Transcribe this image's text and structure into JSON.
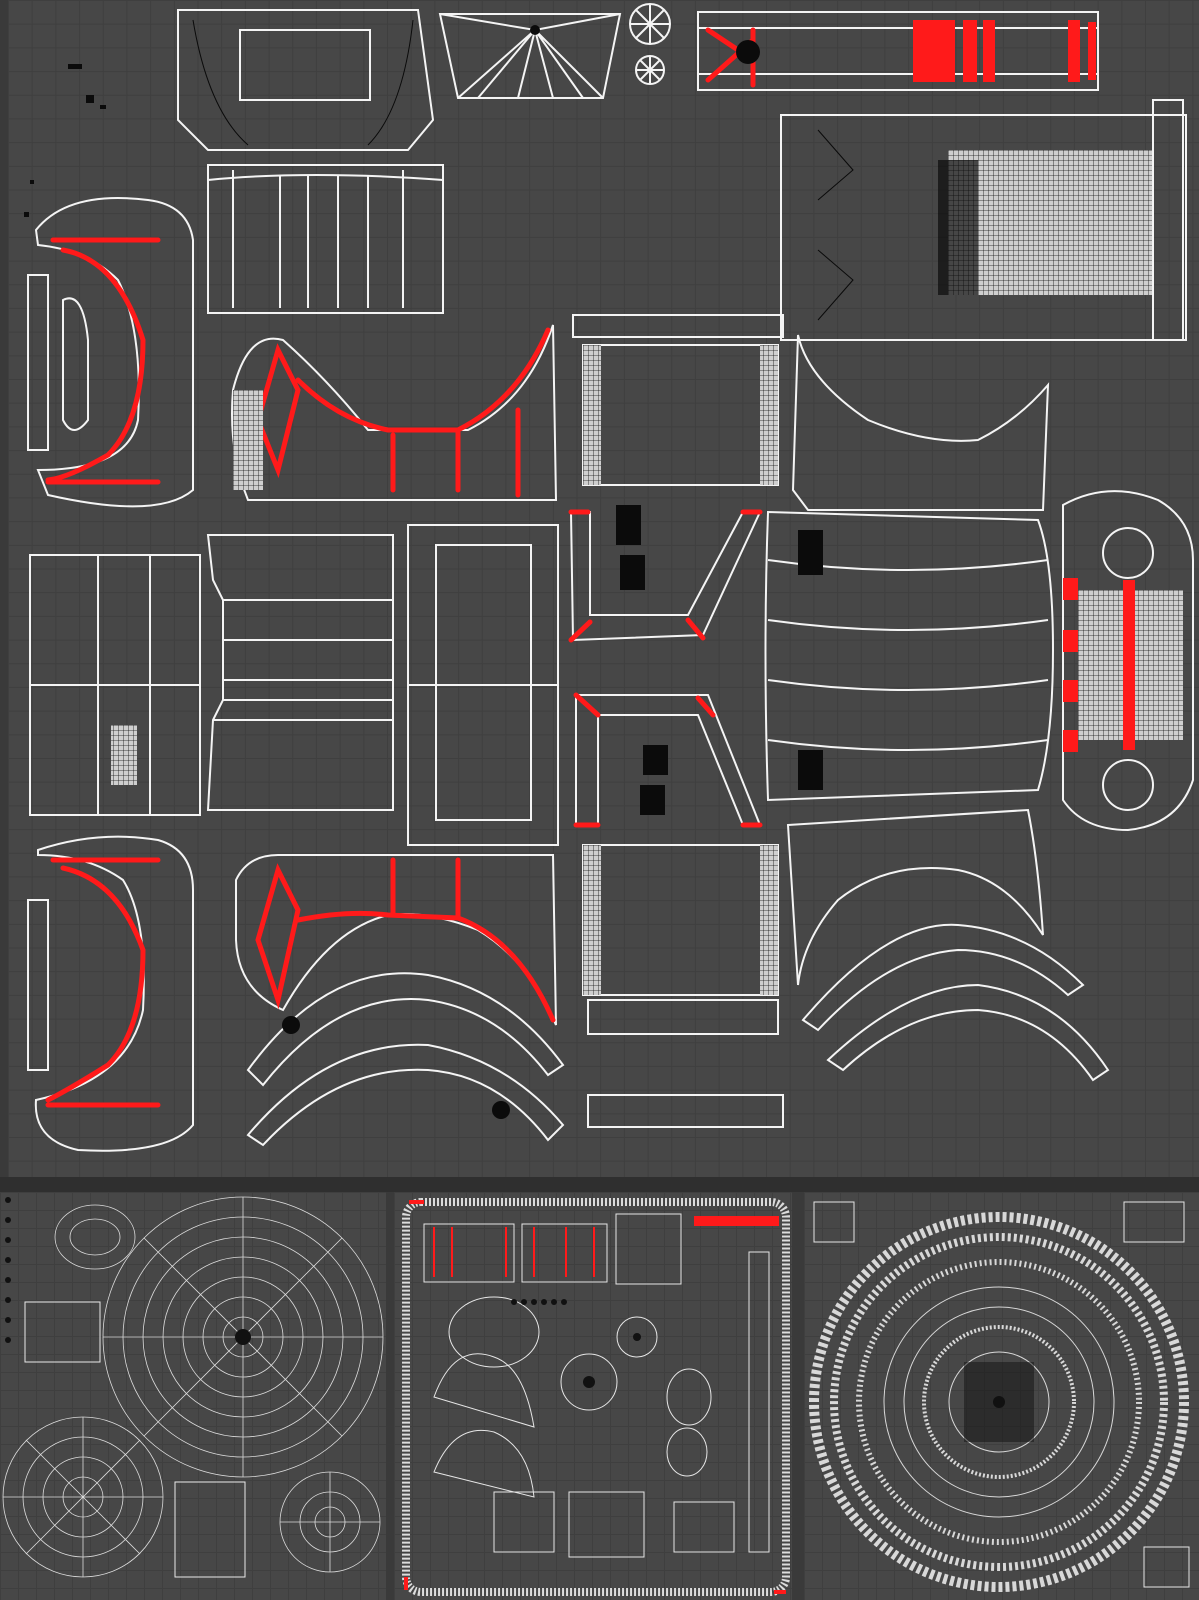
{
  "window": {
    "background_color": "#3a3a3a",
    "grid_color": "#474747",
    "wire_color": "#f4f4f4",
    "edge_color": "#0a0a0a",
    "seam_color": "#ff1a1a"
  },
  "main_viewport": {
    "islands": [
      "top-frame-island",
      "trapezoid-island",
      "disc-island",
      "long-strip-top",
      "panel-rect",
      "engine-block",
      "left-fender-top",
      "mid-curve-top",
      "ribbed-block-top",
      "wedge-top",
      "left-column",
      "door-panel",
      "frame-panel",
      "bracket-top",
      "bracket-bottom",
      "hood-panel",
      "grille-panel",
      "wedge-bottom",
      "left-fender-bottom",
      "mid-curve-bottom",
      "ribbed-block-bottom",
      "arch-strips",
      "small-strip"
    ]
  },
  "thumbnails": [
    {
      "name": "radial-uv-map",
      "icon": "wheel-uv-icon"
    },
    {
      "name": "packed-uv-map",
      "icon": "atlas-uv-icon"
    },
    {
      "name": "tire-uv-map",
      "icon": "tire-uv-icon"
    }
  ]
}
